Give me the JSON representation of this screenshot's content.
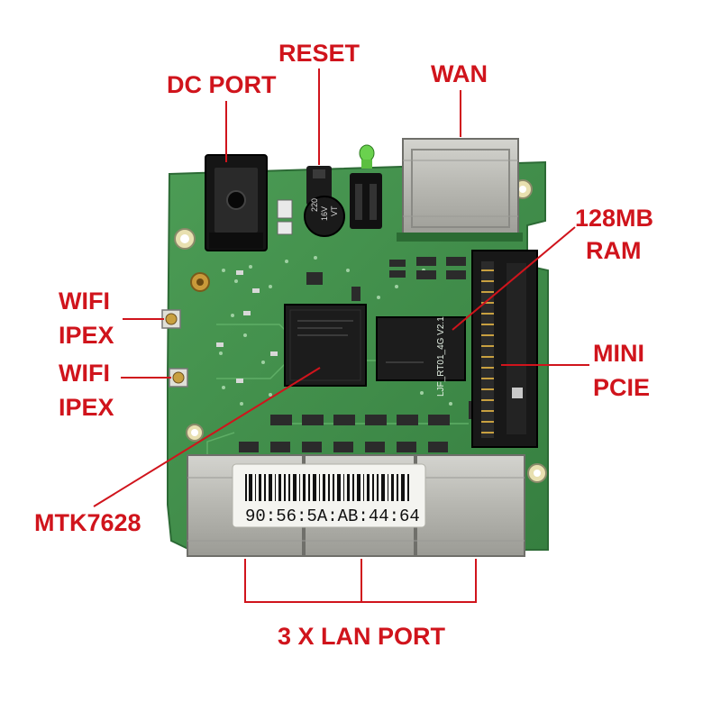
{
  "labels": {
    "reset": "RESET",
    "dc_port": "DC PORT",
    "wan": "WAN",
    "ram_line1": "128MB",
    "ram_line2": "RAM",
    "wifi1_line1": "WIFI",
    "wifi1_line2": "IPEX",
    "wifi2_line1": "WIFI",
    "wifi2_line2": "IPEX",
    "mini_line1": "MINI",
    "mini_line2": "PCIE",
    "mtk": "MTK7628",
    "lan": "3 X LAN PORT"
  },
  "board": {
    "mac_sticker": "90:56:5A:AB:44:64",
    "silkscreen": "LJF_RT01_4G V2.1",
    "capacitor_top": "220",
    "capacitor_mid": "16V",
    "capacitor_bottom": "VT"
  },
  "colors": {
    "label": "#d0141c",
    "pcb": "#3e8f4a",
    "metal": "#b9b9b4",
    "chip": "#1b1b1b"
  }
}
